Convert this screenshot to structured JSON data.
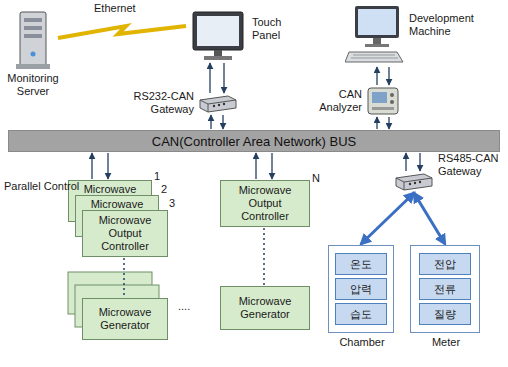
{
  "diagram": {
    "nodes": [
      {
        "text": [
          "Monitoring Server"
        ]
      },
      {
        "text": [
          "Touch Panel"
        ]
      },
      {
        "text": [
          "RS232-CAN Gateway"
        ]
      },
      {
        "text": [
          "Development Machine"
        ]
      },
      {
        "text": [
          "CAN Analyzer"
        ]
      },
      {
        "text": [
          "CAN(Controller Area Network) BUS"
        ]
      },
      {
        "text": [
          "Microwave"
        ]
      },
      {
        "text": [
          "Microwave"
        ]
      },
      {
        "text": [
          "Microwave Output Controller"
        ]
      },
      {
        "text": [
          "Microwave Generator"
        ]
      },
      {
        "text": [
          "Microwave Output Controller"
        ]
      },
      {
        "text": [
          "Microwave Generator"
        ]
      },
      {
        "text": [
          "RS485-CAN Gateway"
        ]
      },
      {
        "text": [
          "Chamber"
        ]
      },
      {
        "text": [
          "온도"
        ],
        "in": 13
      },
      {
        "text": [
          "압력"
        ],
        "in": 13
      },
      {
        "text": [
          "습도"
        ],
        "in": 13
      },
      {
        "text": [
          "Meter"
        ]
      },
      {
        "text": [
          "전압"
        ],
        "in": 17
      },
      {
        "text": [
          "전류"
        ],
        "in": 17
      },
      {
        "text": [
          "질량"
        ],
        "in": 17
      }
    ],
    "edges": [
      {
        "from": 0,
        "to": 1,
        "label": "Ethernet",
        "arrow": "none"
      },
      {
        "from": 1,
        "to": 2,
        "arrow": "both"
      },
      {
        "from": 2,
        "to": 5,
        "arrow": "both"
      },
      {
        "from": 3,
        "to": 4,
        "arrow": "both"
      },
      {
        "from": 4,
        "to": 5,
        "arrow": "both"
      },
      {
        "from": 5,
        "to": 6,
        "arrow": "both"
      },
      {
        "from": 5,
        "to": 10,
        "arrow": "both"
      },
      {
        "from": 5,
        "to": 12,
        "arrow": "both"
      },
      {
        "from": 8,
        "to": 9,
        "arrow": "none"
      },
      {
        "from": 10,
        "to": 11,
        "arrow": "none"
      },
      {
        "from": 12,
        "to": 13,
        "arrow": "both"
      },
      {
        "from": 12,
        "to": 17,
        "arrow": "both"
      }
    ],
    "labels": [
      "Parallel Control",
      "1",
      "2",
      "3",
      "N",
      "...."
    ]
  }
}
